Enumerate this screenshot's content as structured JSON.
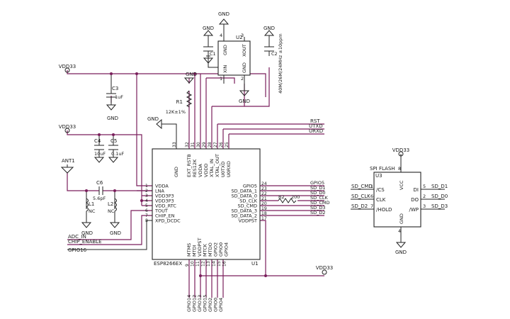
{
  "power": {
    "vdd": "VDD33",
    "gnd": "GND"
  },
  "main_ic": {
    "name": "ESP8266EX",
    "ref": "U1",
    "left_pins": [
      {
        "num": "1",
        "name": "VDDA"
      },
      {
        "num": "2",
        "name": "LNA"
      },
      {
        "num": "3",
        "name": "VDD3P3"
      },
      {
        "num": "4",
        "name": "VDD3P3"
      },
      {
        "num": "5",
        "name": "VDD_RTC"
      },
      {
        "num": "6",
        "name": "TOUT"
      },
      {
        "num": "7",
        "name": "CHIP_EN"
      },
      {
        "num": "8",
        "name": "XPD_DCDC"
      }
    ],
    "right_pins": [
      {
        "num": "24",
        "name": "GPIO5"
      },
      {
        "num": "23",
        "name": "SD_DATA_1"
      },
      {
        "num": "22",
        "name": "SD_DATA_0"
      },
      {
        "num": "21",
        "name": "SD_CLK"
      },
      {
        "num": "20",
        "name": "SD_CMD"
      },
      {
        "num": "19",
        "name": "SD_DATA_3"
      },
      {
        "num": "18",
        "name": "SD_DATA_2"
      },
      {
        "num": "17",
        "name": "VDDPST"
      }
    ],
    "top_pins": [
      {
        "num": "33",
        "name": "GND"
      },
      {
        "num": "32",
        "name": "EXT_RSTB"
      },
      {
        "num": "31",
        "name": "RES12K"
      },
      {
        "num": "30",
        "name": "VDDA"
      },
      {
        "num": "29",
        "name": "VDDD"
      },
      {
        "num": "28",
        "name": "XTAL_IN"
      },
      {
        "num": "27",
        "name": "XTAL_OUT"
      },
      {
        "num": "26",
        "name": "U0TXD"
      },
      {
        "num": "25",
        "name": "U0RXD"
      }
    ],
    "bottom_pins": [
      {
        "num": "9",
        "name": "MTMS"
      },
      {
        "num": "10",
        "name": "MTDI"
      },
      {
        "num": "11",
        "name": "VDDPST"
      },
      {
        "num": "12",
        "name": "MTCK"
      },
      {
        "num": "13",
        "name": "MTDO"
      },
      {
        "num": "14",
        "name": "GPIO2"
      },
      {
        "num": "15",
        "name": "GPIO0"
      },
      {
        "num": "16",
        "name": "GPIO4"
      }
    ]
  },
  "flash": {
    "title": "SPI FLASH",
    "ref": "U3",
    "left_pins": [
      {
        "num": "1",
        "name": "/CS"
      },
      {
        "num": "6",
        "name": "CLK"
      },
      {
        "num": "7",
        "name": "/HOLD"
      }
    ],
    "right_pins": [
      {
        "num": "5",
        "name": "DI"
      },
      {
        "num": "2",
        "name": "DO"
      },
      {
        "num": "3",
        "name": "/WP"
      }
    ],
    "top_pin": {
      "num": "8",
      "name": "VCC"
    },
    "bottom_pin": {
      "num": "4",
      "name": "GND"
    },
    "left_nets": [
      "SD_CMD",
      "SD_CLK",
      "SD_D2"
    ],
    "right_nets": [
      "SD_D1",
      "SD_D0",
      "SD_D3"
    ]
  },
  "crystal": {
    "ref": "U2",
    "pin_names": [
      "GND",
      "XOUT",
      "XIN",
      "GND"
    ],
    "pin_nums": [
      "4",
      "3",
      "1",
      "2"
    ],
    "freq": "40M/26M/24MHz ±10ppm"
  },
  "components": {
    "c1": "C1",
    "c2": "C2",
    "c3": "C3",
    "c3_val": "1uF",
    "c4": "C4",
    "c4_val": "10uF",
    "c5": "C5",
    "c5_val": "0.1uF",
    "c6": "C6",
    "c6_val": "5.6pF",
    "l1": "L1",
    "l1_val": "NC",
    "l2": "L2",
    "l2_val": "NC",
    "r1": "R1",
    "r1_val": "12K±1%",
    "r2": "R2",
    "r2_val": "200",
    "ant": "ANT1"
  },
  "nets": {
    "rst": "RST",
    "utxd": "UTXD",
    "urxd": "URXD",
    "adc": "ADC_IN",
    "chip_enable": "CHIP_ENABLE",
    "gpio16": "GPIO16",
    "right_pin_nets": [
      "GPIO5",
      "SD_D1",
      "SD_D0",
      "SD_CLK",
      "SD_CMD",
      "SD_D3",
      "SD_D2"
    ],
    "bottom_nets": [
      "GPIO14",
      "GPIO12",
      "GPIO13",
      "GPIO15",
      "GPIO2",
      "GPIO0",
      "GPIO4"
    ]
  }
}
